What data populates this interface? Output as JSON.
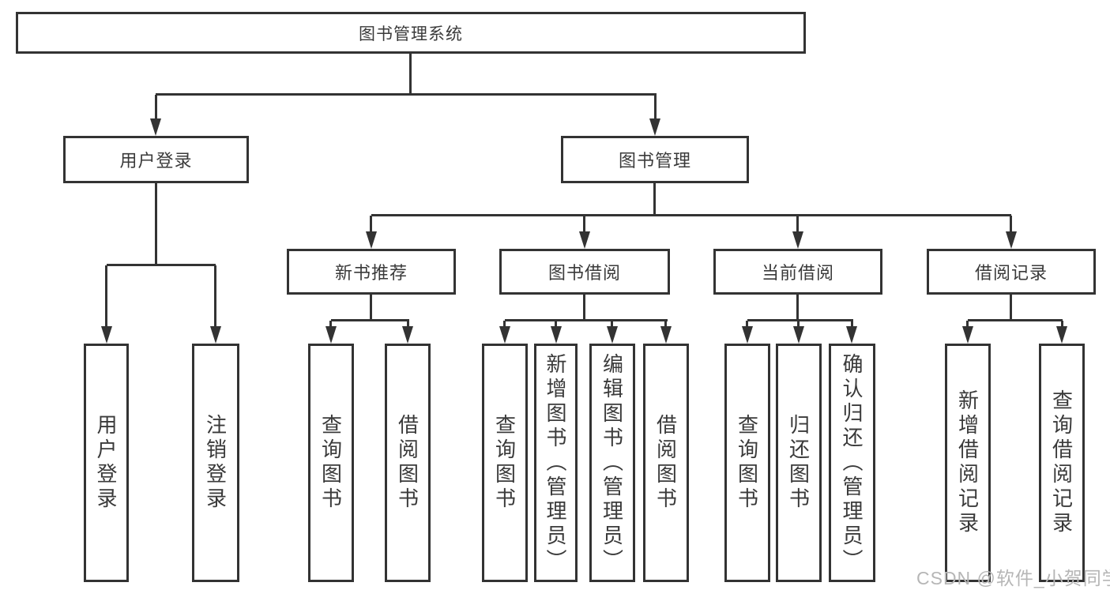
{
  "diagram_type": "hierarchy",
  "tree": {
    "label": "图书管理系统",
    "children": [
      {
        "label": "用户登录",
        "children": [
          {
            "label": "用户登录"
          },
          {
            "label": "注销登录"
          }
        ]
      },
      {
        "label": "图书管理",
        "children": [
          {
            "label": "新书推荐",
            "children": [
              {
                "label": "查询图书"
              },
              {
                "label": "借阅图书"
              }
            ]
          },
          {
            "label": "图书借阅",
            "children": [
              {
                "label": "查询图书"
              },
              {
                "label": "新增图书（管理员）"
              },
              {
                "label": "编辑图书（管理员）"
              },
              {
                "label": "借阅图书"
              }
            ]
          },
          {
            "label": "当前借阅",
            "children": [
              {
                "label": "查询图书"
              },
              {
                "label": "归还图书"
              },
              {
                "label": "确认归还（管理员）"
              }
            ]
          },
          {
            "label": "借阅记录",
            "children": [
              {
                "label": "新增借阅记录"
              },
              {
                "label": "查询借阅记录"
              }
            ]
          }
        ]
      }
    ]
  },
  "watermark": "CSDN @软件_小贺同学",
  "colors": {
    "line": "#333333",
    "box_background": "#ffffff",
    "text": "#3a3a3a",
    "watermark": "#b6b6b6",
    "page_background": "#ffffff"
  }
}
